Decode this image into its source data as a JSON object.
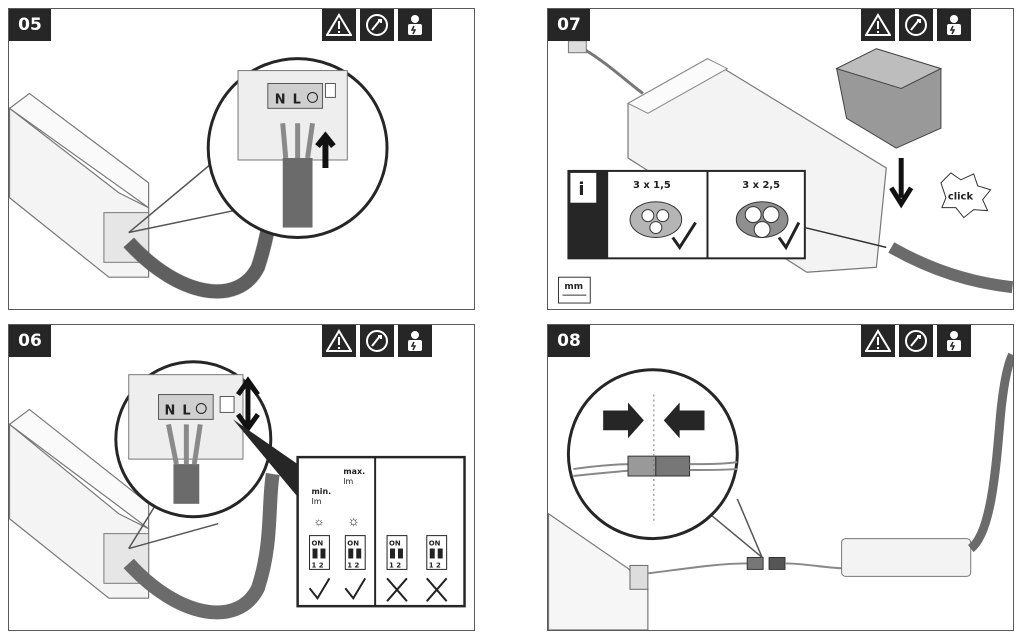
{
  "steps": [
    {
      "id": "05",
      "label": "05"
    },
    {
      "id": "06",
      "label": "06"
    },
    {
      "id": "07",
      "label": "07"
    },
    {
      "id": "08",
      "label": "08"
    }
  ],
  "icons": [
    "caution-triangle-icon",
    "disconnect-power-icon",
    "electrician-icon"
  ],
  "terminal": {
    "neutral": "N",
    "live": "L"
  },
  "dimming": {
    "max_label": "max.",
    "min_label": "min.",
    "im_label": "lm",
    "switch_on": "ON",
    "switch_nums": "1 2"
  },
  "info": {
    "letter": "i",
    "cable_small": "3 x 1,5",
    "cable_large": "3 x 2,5",
    "unit_sup": "□",
    "click": "click",
    "mm": "mm"
  },
  "colors": {
    "dark": "#262626",
    "cable": "#6b6b6b",
    "line": "#555555"
  }
}
